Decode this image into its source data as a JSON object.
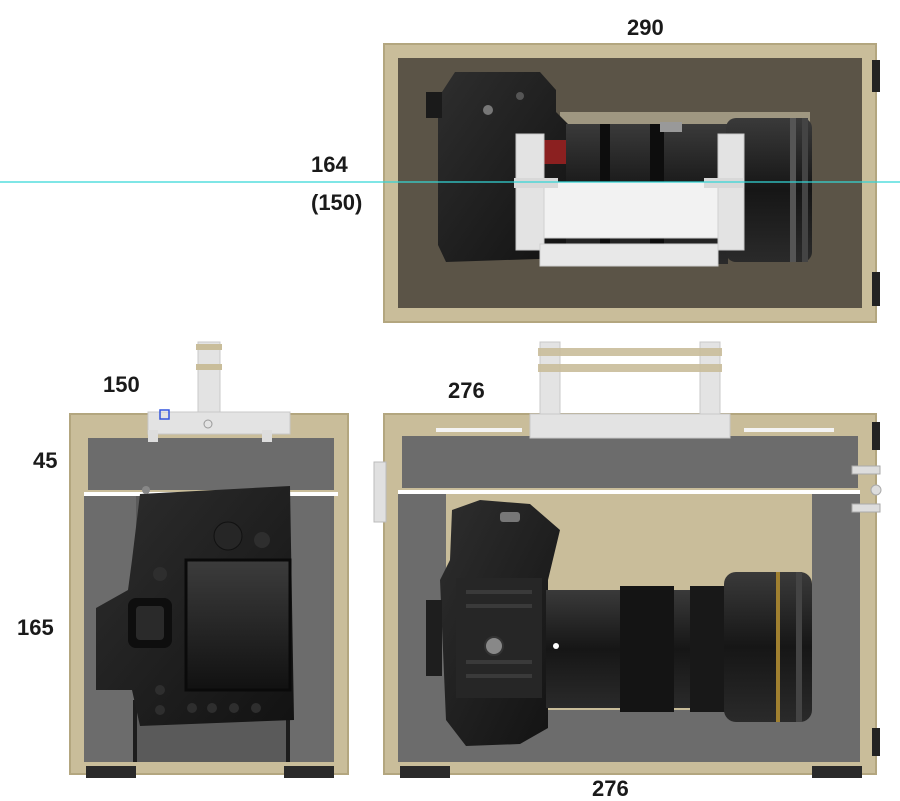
{
  "dimensions": {
    "top_width": "290",
    "top_height": "164",
    "top_height_alt": "(150)",
    "side_width": "150",
    "side_upper": "45",
    "side_lower": "165",
    "front_width": "276",
    "front_bottom_width": "276"
  },
  "colors": {
    "frame": "#c9bd9a",
    "frame_edge": "#b3a67f",
    "top_interior": "#5b5447",
    "gray_interior": "#6c6c6c",
    "bracket": "#e3e3e3",
    "feet": "#2a2a2a",
    "guide_line": "#33d6d6",
    "camera_body": "#1c1c1c",
    "selection_marker": "#3355dd"
  },
  "icons": {
    "camera_top": "camera-top-view",
    "camera_side": "camera-rear-view",
    "camera_front": "camera-bottom-view"
  }
}
